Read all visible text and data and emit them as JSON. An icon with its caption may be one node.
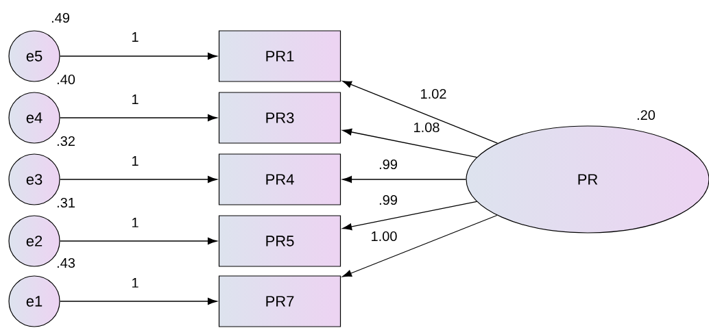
{
  "diagram": {
    "nodes": [
      {
        "text": [
          "e5"
        ],
        "beside": [
          ".49"
        ]
      },
      {
        "text": [
          "e4"
        ],
        "beside": [
          ".40"
        ]
      },
      {
        "text": [
          "e3"
        ],
        "beside": [
          ".32"
        ]
      },
      {
        "text": [
          "e2"
        ],
        "beside": [
          ".31"
        ]
      },
      {
        "text": [
          "e1"
        ],
        "beside": [
          ".43"
        ]
      },
      {
        "text": [
          "PR1"
        ]
      },
      {
        "text": [
          "PR3"
        ]
      },
      {
        "text": [
          "PR4"
        ]
      },
      {
        "text": [
          "PR5"
        ]
      },
      {
        "text": [
          "PR7"
        ]
      },
      {
        "text": [
          "PR"
        ],
        "beside": [
          ".20"
        ]
      }
    ],
    "edges": [
      {
        "from": 0,
        "to": 5,
        "arrow": "to",
        "label": "1"
      },
      {
        "from": 1,
        "to": 6,
        "arrow": "to",
        "label": "1"
      },
      {
        "from": 2,
        "to": 7,
        "arrow": "to",
        "label": "1"
      },
      {
        "from": 3,
        "to": 8,
        "arrow": "to",
        "label": "1"
      },
      {
        "from": 4,
        "to": 9,
        "arrow": "to",
        "label": "1"
      },
      {
        "from": 10,
        "to": 5,
        "arrow": "to",
        "label": "1.02"
      },
      {
        "from": 10,
        "to": 6,
        "arrow": "to",
        "label": "1.08"
      },
      {
        "from": 10,
        "to": 7,
        "arrow": "to",
        "label": ".99"
      },
      {
        "from": 10,
        "to": 8,
        "arrow": "to",
        "label": ".99"
      },
      {
        "from": 10,
        "to": 9,
        "arrow": "to",
        "label": "1.00"
      }
    ]
  }
}
